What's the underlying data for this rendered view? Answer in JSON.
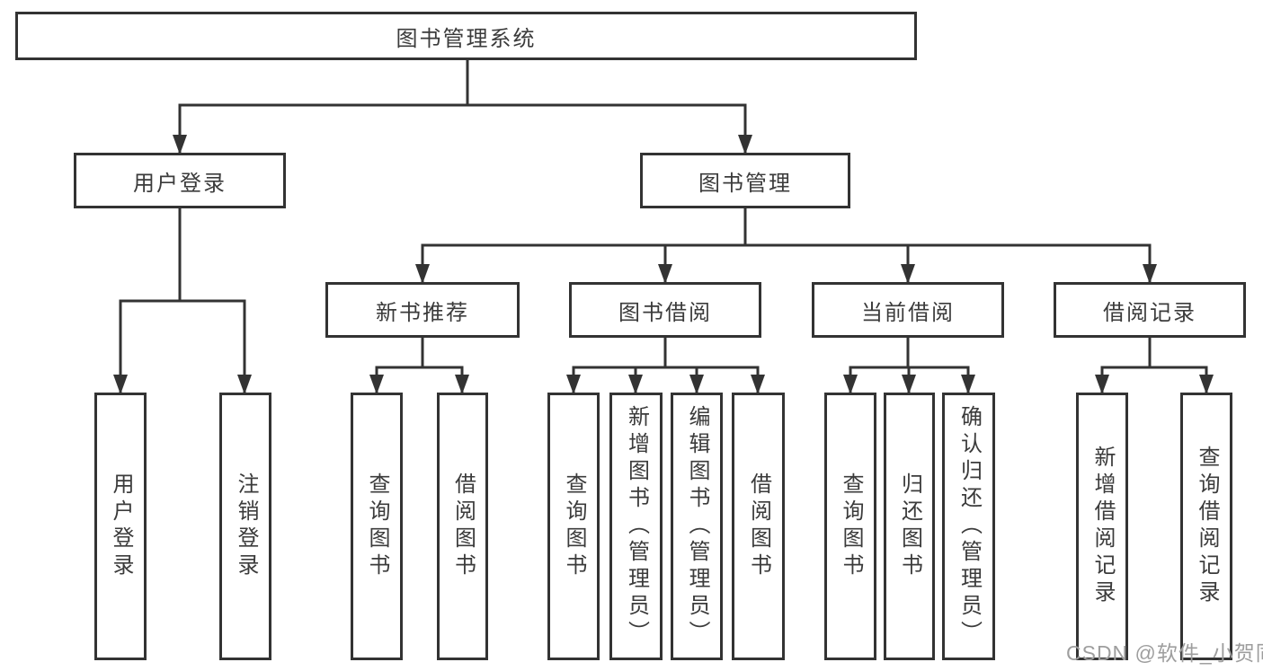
{
  "diagram": {
    "root": {
      "label": "图书管理系统"
    },
    "level2": [
      {
        "label": "用户登录"
      },
      {
        "label": "图书管理"
      }
    ],
    "level3": [
      {
        "label": "新书推荐"
      },
      {
        "label": "图书借阅"
      },
      {
        "label": "当前借阅"
      },
      {
        "label": "借阅记录"
      }
    ],
    "leaves": {
      "user_login": [
        "用户登录",
        "注销登录"
      ],
      "new_book": [
        "查询图书",
        "借阅图书"
      ],
      "book_borrow": [
        "查询图书",
        "新增图书（管理员）",
        "编辑图书（管理员）",
        "借阅图书"
      ],
      "current_borrow": [
        "查询图书",
        "归还图书",
        "确认归还（管理员）"
      ],
      "borrow_records": [
        "新增借阅记录",
        "查询借阅记录"
      ]
    },
    "colors": {
      "line": "#333333",
      "text": "#3b3b3b",
      "watermark": "#9e9e9e",
      "background": "#ffffff"
    },
    "watermark": "CSDN @软件_小贺同学"
  }
}
